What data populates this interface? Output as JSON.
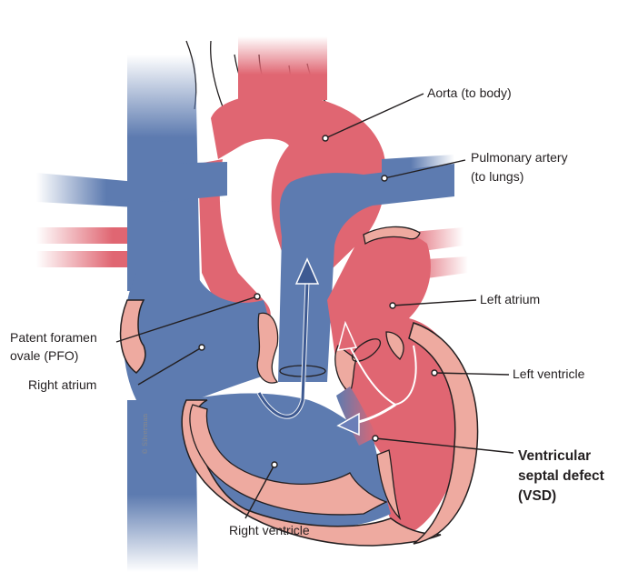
{
  "labels": {
    "aorta": "Aorta (to body)",
    "pulmonary_line1": "Pulmonary artery",
    "pulmonary_line2": "(to lungs)",
    "left_atrium": "Left atrium",
    "left_ventricle": "Left ventricle",
    "vsd_line1": "Ventricular",
    "vsd_line2": "septal defect",
    "vsd_line3": "(VSD)",
    "right_ventricle": "Right ventricle",
    "right_atrium": "Right atrium",
    "pfo_line1": "Patent foramen",
    "pfo_line2": "ovale (PFO)"
  },
  "signature": "© Silverman",
  "colors": {
    "oxygenated": "#e06672",
    "deoxygenated": "#5d7bb0",
    "pink_wall": "#eeaaa0",
    "outline": "#231f20"
  }
}
